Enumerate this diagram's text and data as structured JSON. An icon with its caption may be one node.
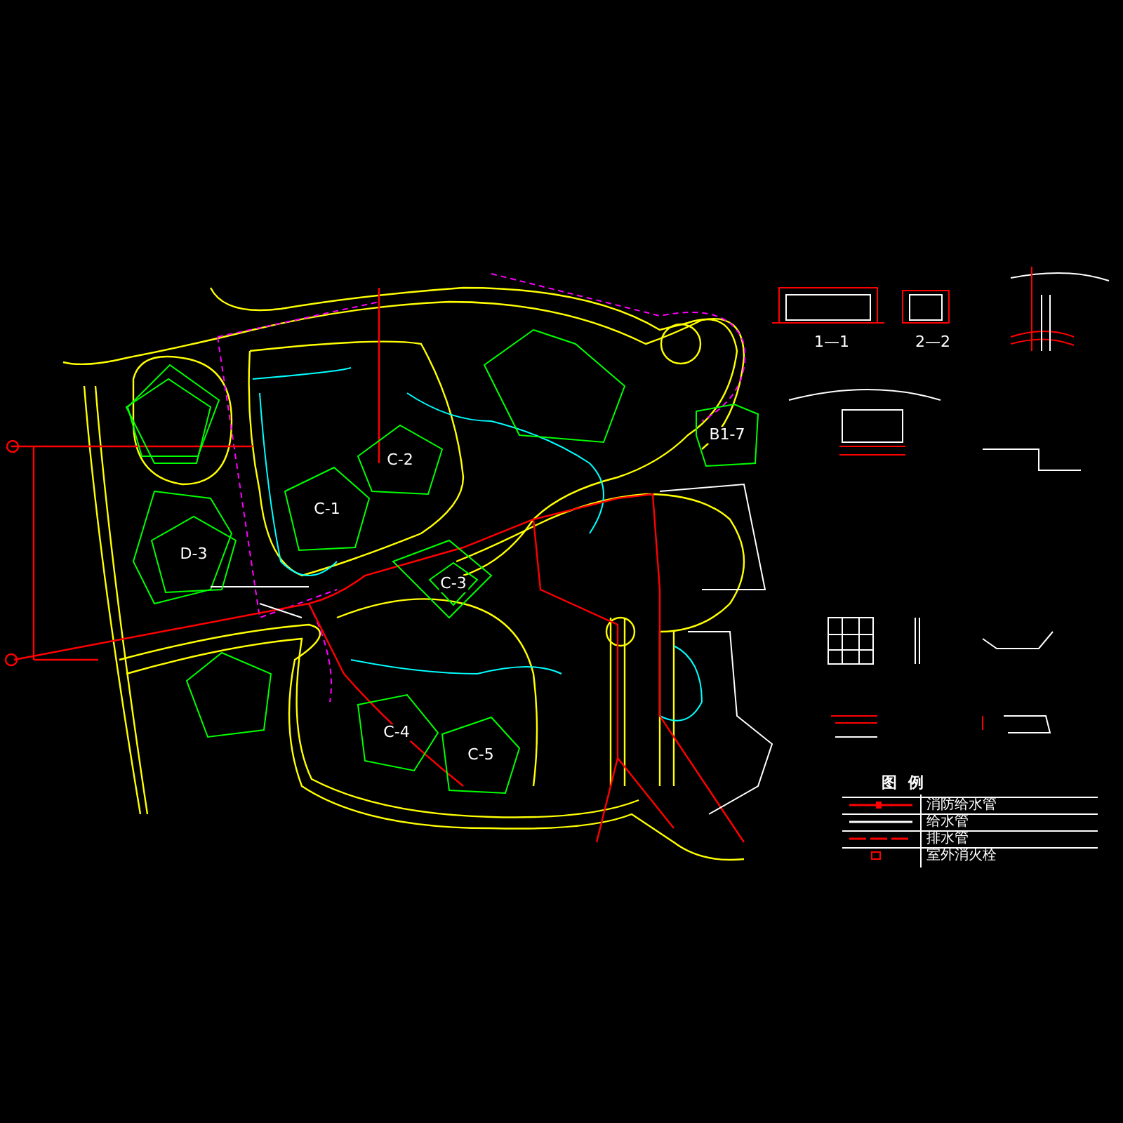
{
  "diagram": {
    "nodes": [
      {
        "text": [],
        "shape": "box"
      },
      {
        "text": [],
        "shape": "box"
      },
      {
        "text": [
          "B1-7"
        ]
      },
      {
        "text": [
          "C-2"
        ]
      },
      {
        "text": [
          "C-1"
        ]
      },
      {
        "text": [
          "D-3"
        ]
      },
      {
        "text": [
          "C-3"
        ]
      },
      {
        "text": [],
        "shape": "box"
      },
      {
        "text": [
          "C-4"
        ]
      },
      {
        "text": [
          "C-5"
        ]
      }
    ],
    "labels": [
      "1—1",
      "2—2",
      "图例"
    ],
    "legend": [
      {
        "text": "消防给水管"
      },
      {
        "text": "给水管"
      },
      {
        "text": "排水管"
      },
      {
        "text": "室外消火栓"
      }
    ]
  }
}
